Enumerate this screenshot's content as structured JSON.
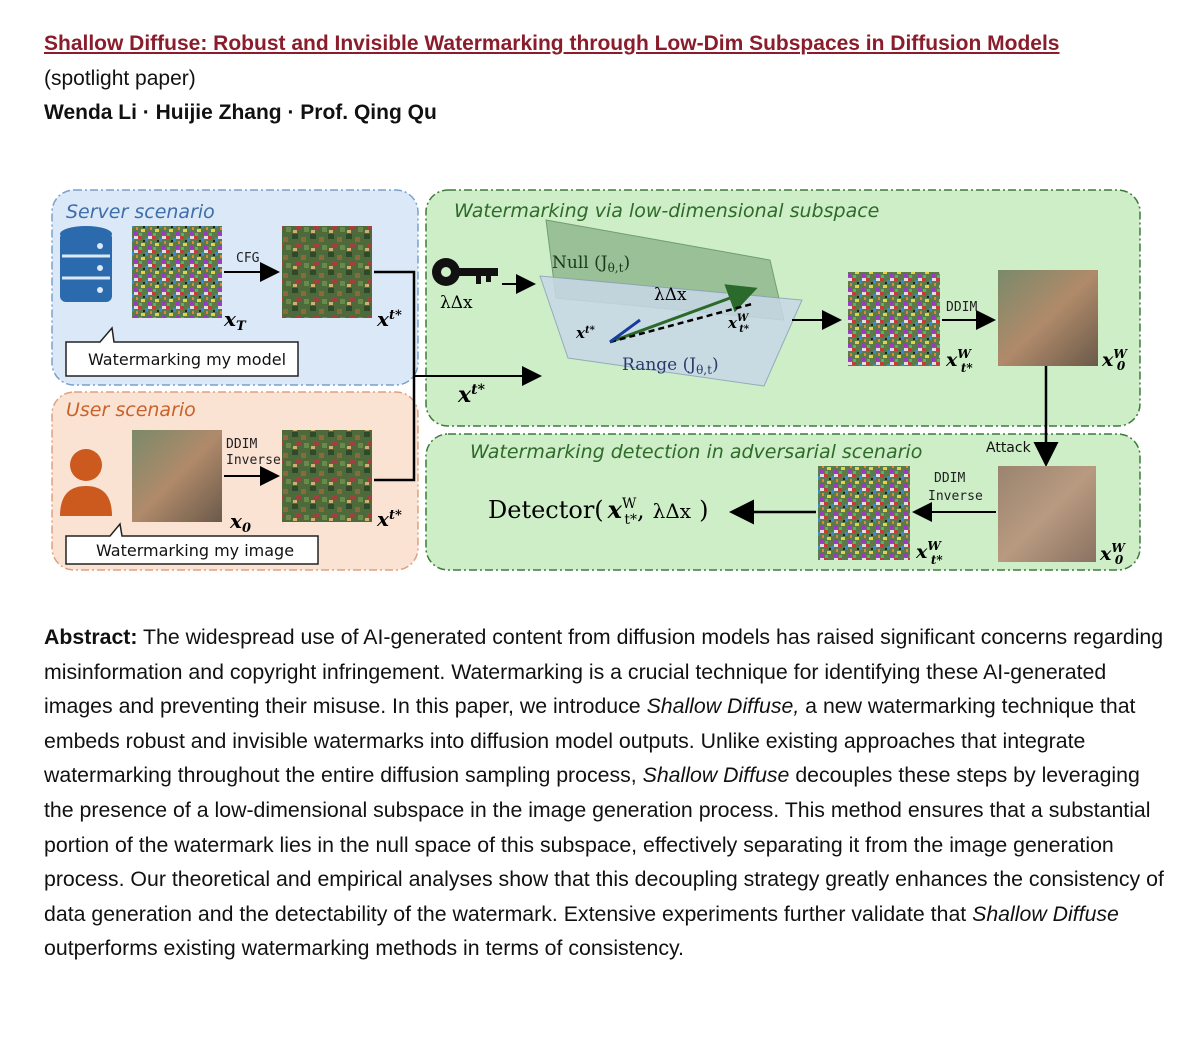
{
  "paper": {
    "title": "Shallow Diffuse: Robust and Invisible Watermarking through Low-Dim Subspaces in Diffusion Models",
    "note": "(spotlight paper)",
    "authors": "Wenda Li · Huijie Zhang · Prof. Qing Qu"
  },
  "figure": {
    "server_label": "Server scenario",
    "user_label": "User scenario",
    "server_callout": "Watermarking my model",
    "user_callout": "Watermarking my image",
    "wm_panel_label": "Watermarking via low-dimensional subspace",
    "detect_panel_label": "Watermarking detection in adversarial scenario",
    "cfg": "CFG",
    "ddim": "DDIM",
    "ddim_inverse_line1": "DDIM",
    "ddim_inverse_line2": "Inverse",
    "attack": "Attack",
    "null_label": "Null (J",
    "range_label": "Range (J",
    "jac_sub": "θ,t",
    "lambda_dx": "λΔx",
    "x_T": "x",
    "x_T_sub": "T",
    "x_0": "x",
    "x_0_sub": "0",
    "x_tstar": "x",
    "x_tstar_sub": "t*",
    "w_sup": "W",
    "detector": "Detector(",
    "detector_close": ")",
    "comma": ","
  },
  "abstract": {
    "label": "Abstract:",
    "p1": " The widespread use of AI-generated content from diffusion models has raised significant concerns regarding misinformation and copyright infringement. Watermarking is a crucial technique for identifying these AI-generated images and preventing their misuse. In this paper, we introduce ",
    "em1": "Shallow Diffuse,",
    "p2": " a new watermarking technique that embeds robust and invisible watermarks into diffusion model outputs. Unlike existing approaches that integrate watermarking throughout the entire diffusion sampling process, ",
    "em2": "Shallow Diffuse",
    "p3": " decouples these steps by leveraging the presence of a low-dimensional subspace in the image generation process. This method ensures that a substantial portion of the watermark lies in the null space of this subspace, effectively separating it from the image generation process. Our theoretical and empirical analyses show that this decoupling strategy greatly enhances the consistency of data generation and the detectability of the watermark. Extensive experiments further validate that ",
    "em3": "Shallow Diffuse",
    "p4": " outperforms existing watermarking methods in terms of consistency."
  },
  "colors": {
    "title": "#8a1c2b",
    "server_bg": "#dbe8f7",
    "user_bg": "#fbe3d4",
    "green_bg": "#cdeec7",
    "server_text": "#3d6ea8",
    "user_text": "#c8622a",
    "green_text": "#2f6a2a",
    "icon_blue": "#2a6aad",
    "icon_orange": "#cc5a1e"
  },
  "icons": [
    "database-icon",
    "user-icon",
    "key-icon"
  ]
}
